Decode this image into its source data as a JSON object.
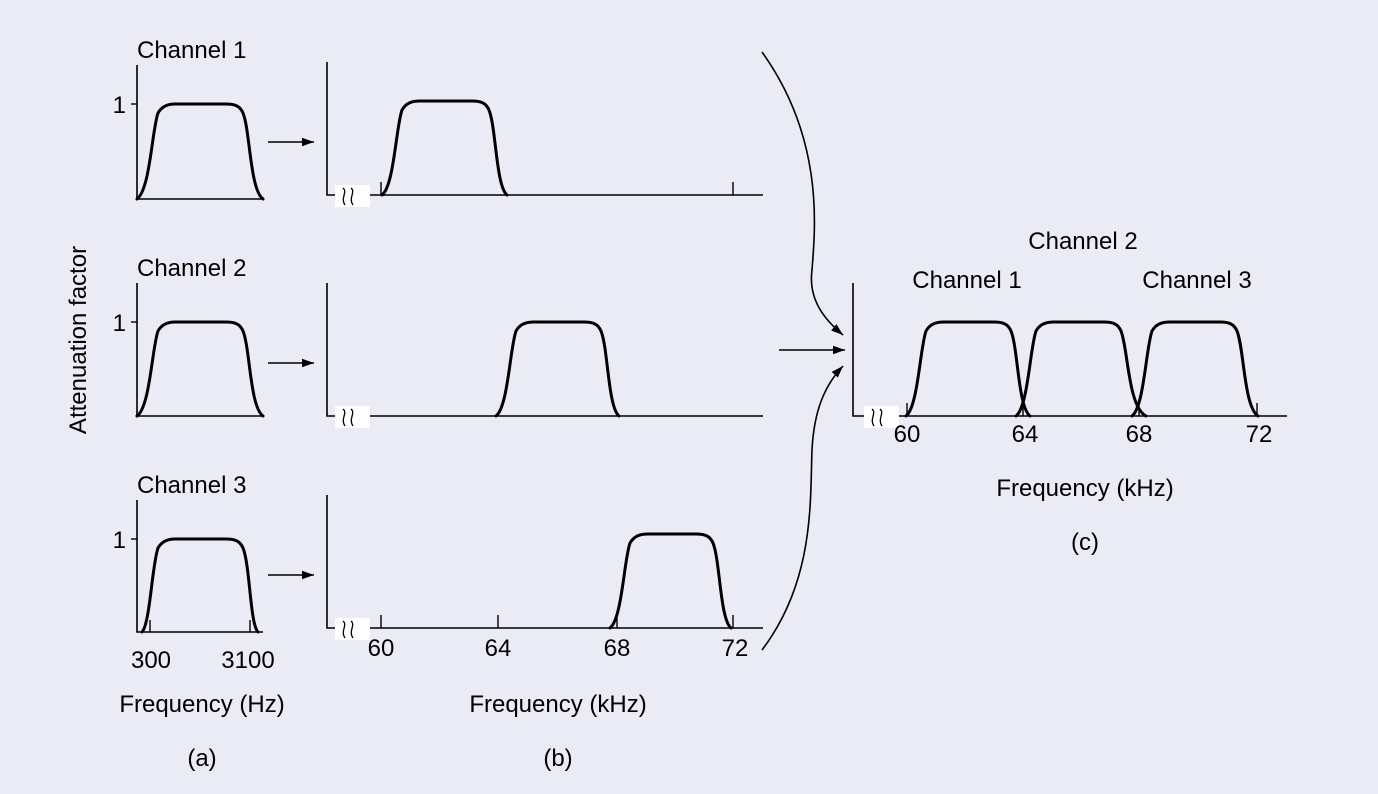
{
  "y_axis_label": "Attenuation factor",
  "panel_a": {
    "caption": "(a)",
    "xlabel": "Frequency (Hz)",
    "tick_300": "300",
    "tick_3100": "3100",
    "channels": [
      {
        "label": "Channel 1",
        "y_tick": "1"
      },
      {
        "label": "Channel 2",
        "y_tick": "1"
      },
      {
        "label": "Channel 3",
        "y_tick": "1"
      }
    ]
  },
  "panel_b": {
    "caption": "(b)",
    "xlabel": "Frequency (kHz)",
    "ticks": [
      "60",
      "64",
      "68",
      "72"
    ]
  },
  "panel_c": {
    "caption": "(c)",
    "xlabel": "Frequency (kHz)",
    "ticks": [
      "60",
      "64",
      "68",
      "72"
    ],
    "channel_labels": [
      "Channel 1",
      "Channel 2",
      "Channel 3"
    ]
  },
  "passbands_khz": {
    "channel_1": [
      60,
      64
    ],
    "channel_2": [
      64,
      68
    ],
    "channel_3": [
      68,
      72
    ]
  },
  "baseband_hz": [
    300,
    3100
  ]
}
